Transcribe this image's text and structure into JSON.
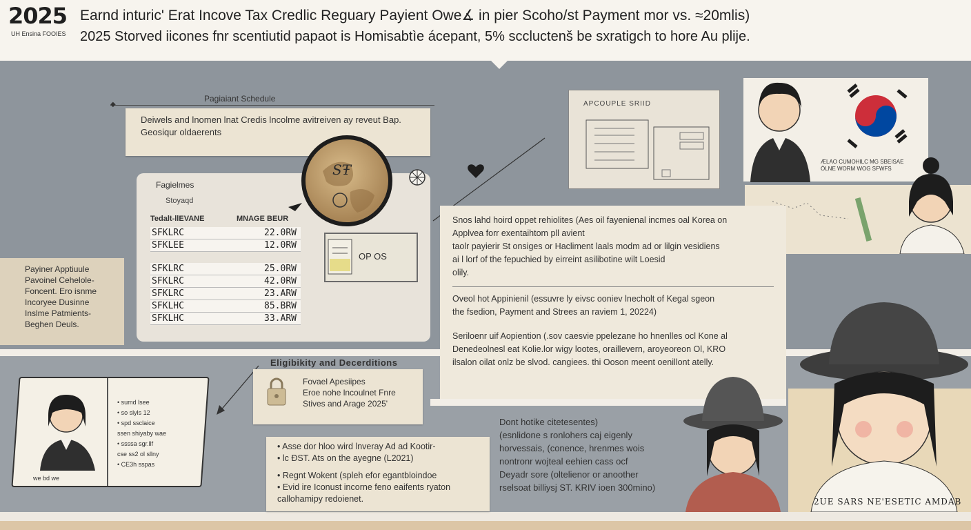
{
  "header": {
    "year": "2025",
    "year_sub": "UH Ensina FOOIES",
    "line1": "Earnd inturic' Erat Incove Tax Credlic Reguary Payient Owe∡ in pier Scoho/st Payment mor vs. ≈20mlis)",
    "line2": "2025 Storved iicones fnr scentiutid papaot is Homisabtìe ácepant, 5% sccluctenš be sxratigch to hore Au plije."
  },
  "schedule": {
    "title": "Pagiaiant Schedule",
    "desc_line1": "Deiwels and lnomen lnat Credis lncolme avitreiven ay reveut Bap.",
    "desc_line2": "Geosiqur oldaerents"
  },
  "table": {
    "heading": "Fagielmes",
    "subheading": "Stoyaqd",
    "col1": "Tedalt-llEVANE",
    "col2": "MNAGE BEUR",
    "group1": [
      {
        "name": "SFKLRC",
        "amount": "22.0RW"
      },
      {
        "name": "SFKLEE",
        "amount": "12.0RW"
      }
    ],
    "group2": [
      {
        "name": "SFKLRC",
        "amount": "25.0RW"
      },
      {
        "name": "SFKLRC",
        "amount": "42.0RW"
      },
      {
        "name": "SFKLRC",
        "amount": "23.ARW"
      },
      {
        "name": "SFKLHC",
        "amount": "85.BRW"
      },
      {
        "name": "SFKLHC",
        "amount": "33.ARW"
      }
    ]
  },
  "globe_label": "SŦ",
  "small_sign": "OP OS",
  "side_box": [
    "Payiner Apptiuule",
    "Pavoinel Cehelole-",
    "Foncent. Ero isnme",
    "Incoryee Dusinne",
    "Inslme Patmients-",
    "Beghen Deuls."
  ],
  "form_title": "APCOUPLE SRIID",
  "overview": {
    "p1": [
      "Snos lahd hoird oppet rehiolites (Aes oil fayenienal incmes oal Korea on",
      "Applvea forr exentaihtom pll avient",
      "taolr payierir St onsiges or Hacliment laals modm ad or lilgin vesidiens",
      "ai l lorf of the fepuchied by eirreint asilibotine wilt Loesid",
      "olily."
    ],
    "p2": [
      "Oveol hot Appinienil (essuvre ly eivsc ooniev lnecholt of Kegal sgeon",
      "the fsedion, Payment and Strees an raviem 1, 20224)"
    ],
    "p3": [
      "Seriloenr uif Aopiention (.sov caesvie ppelezane ho hnenlles ocl Kone al",
      "Denedeolnesl eat Kolie.lor wigy lootes, oraillevern, aroyeoreon Ol, KRO",
      "ilsalon oilat onlz be slvod. cangiees. thi Ooson meent oenillont atelly."
    ]
  },
  "flag_caption": "ÆLAO CUMOHILC MG SBEISAE ÖLNE WORM WOG SFWFS",
  "eligibility": {
    "title": "Eligibikity and Decerditions",
    "lines": [
      "Fovael Apesiipes",
      "Eroe nohe lncoulnet Fnre",
      "Stives and Arage 2025'"
    ]
  },
  "bullets": {
    "g1": [
      "• Asse dor hloo wird lnveray Ad ad Kootir-",
      "• lc ĐST. Ats on the ayegne (L2021)"
    ],
    "g2": [
      "• Regnt Wokent (spleh efor egantbloindoe",
      "• Evid ire Iconust incorne feno eaifents ryaton",
      "   callohamipy redoienet."
    ]
  },
  "dont": {
    "title": "Dont hotike citetesentes)",
    "lines": [
      "(esnlidone s ronlohers caj eigenly",
      "horvessais, (conence, hrenmes wois",
      "nontronr wojteal eehien cass ocf",
      "Deyadr sore (oltelienor or anoother",
      "rselsoat billiysj ST. KRIV ioen 300mino)"
    ]
  },
  "book": {
    "notes": [
      "• sumd lsee",
      "• so slyls 12",
      "• spd ssclaice",
      "ssen shiyaby wae",
      "• ssssa sgr.llf",
      "cse ss2 ol sllny",
      "• CE3h sspas"
    ],
    "foot": "we bd we"
  },
  "girl_caption": "2UE SARS NE'ESETIC AMDAB",
  "colors": {
    "band": "#8e959c",
    "paper": "#ece4d3",
    "flag_red": "#cd2e3a",
    "flag_blue": "#0047a0"
  }
}
